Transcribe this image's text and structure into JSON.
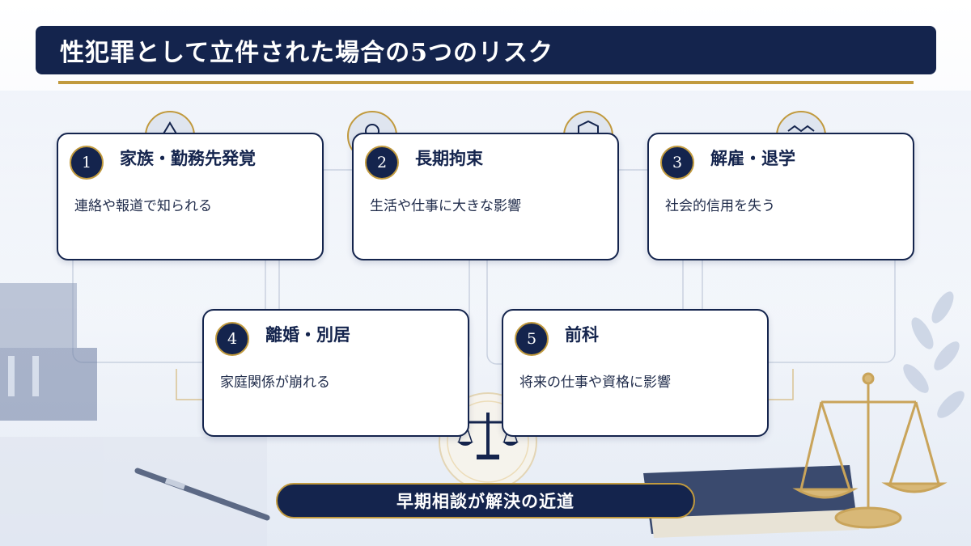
{
  "title": "性犯罪として立件された場合の5つのリスク",
  "cards": [
    {
      "num": "1",
      "title": "家族・勤務先発覚",
      "desc": "連絡や報道で知られる"
    },
    {
      "num": "2",
      "title": "長期拘束",
      "desc": "生活や仕事に大きな影響"
    },
    {
      "num": "3",
      "title": "解雇・退学",
      "desc": "社会的信用を失う"
    },
    {
      "num": "4",
      "title": "離婚・別居",
      "desc": "家庭関係が崩れる"
    },
    {
      "num": "5",
      "title": "前科",
      "desc": "将来の仕事や資格に影響"
    }
  ],
  "conclusion": "早期相談が解決の近道",
  "colors": {
    "navy": "#14244d",
    "gold": "#c19a3e",
    "card_bg": "#ffffff"
  },
  "icons": [
    "warning-icon",
    "lock-icon",
    "shield-icon",
    "handshake-icon",
    "scales-icon",
    "book-icon",
    "pen-icon",
    "laurel-icon"
  ]
}
